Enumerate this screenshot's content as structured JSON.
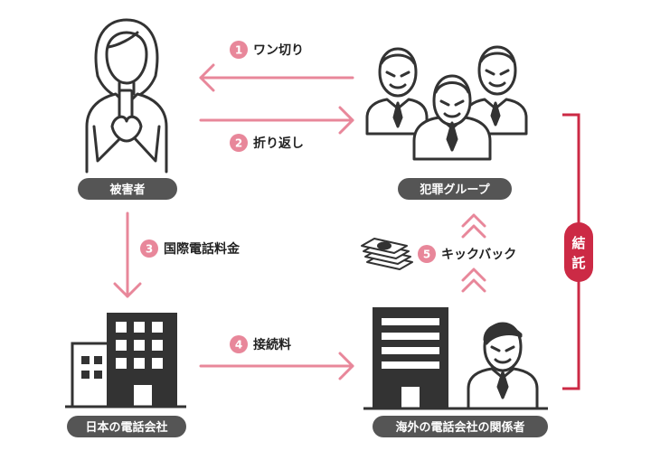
{
  "nodes": {
    "victim": "被害者",
    "criminal_group": "犯罪グループ",
    "japan_telecom": "日本の電話会社",
    "foreign_telecom": "海外の電話会社の関係者"
  },
  "steps": [
    {
      "number": "1",
      "label": "ワン切り"
    },
    {
      "number": "2",
      "label": "折り返し"
    },
    {
      "number": "3",
      "label": "国際電話料金"
    },
    {
      "number": "4",
      "label": "接続料"
    },
    {
      "number": "5",
      "label": "キックバック"
    }
  ],
  "collusion": {
    "line1": "結",
    "line2": "託"
  },
  "colors": {
    "accent": "#e8879a",
    "dark": "#555555",
    "collusion": "#cc2a45",
    "outline": "#333333"
  }
}
